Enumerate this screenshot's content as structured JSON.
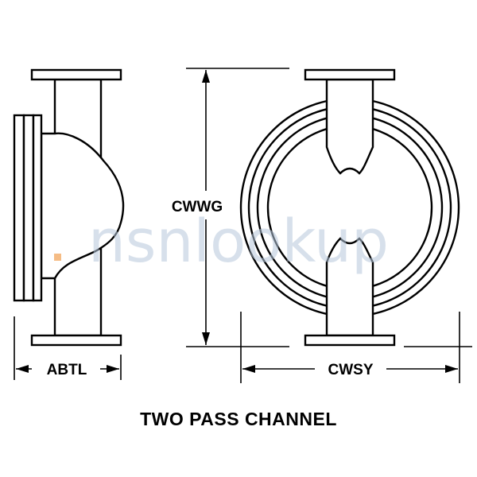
{
  "diagram": {
    "title": "TWO PASS CHANNEL",
    "dimensions": {
      "abtl": "ABTL",
      "cwwg": "CWWG",
      "cwsy": "CWSY"
    },
    "watermark": "nsnlookup",
    "colors": {
      "line": "#000000",
      "background": "#ffffff",
      "watermark": "#b7c8dc",
      "watermark_dot": "#f2a55c"
    }
  }
}
